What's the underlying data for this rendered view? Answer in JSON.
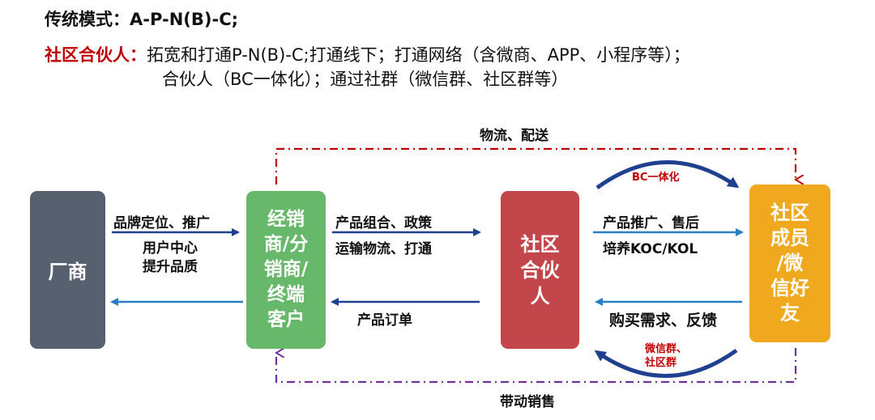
{
  "header": {
    "line1": "传统模式：A-P-N(B)-C;",
    "line2_label": "社区合伙人：",
    "line2_text": "拓宽和打通P-N(B)-C;打通线下；打通网络（含微商、APP、小程序等）；",
    "line3_text": "合伙人（BC一体化）；通过社群（微信群、社区群等）"
  },
  "nodes": {
    "maker": {
      "lines": [
        "厂商"
      ]
    },
    "distributor": {
      "lines": [
        "经销",
        "商/分",
        "销商/",
        "终端",
        "客户"
      ]
    },
    "partner": {
      "lines": [
        "社区",
        "合伙",
        "人"
      ]
    },
    "member": {
      "lines": [
        "社区",
        "成员",
        "/微",
        "信好",
        "友"
      ]
    }
  },
  "edges": {
    "maker_to_dist": [
      "品牌定位、推广",
      "用户中心",
      "提升品质"
    ],
    "dist_to_partner": [
      "产品组合、政策",
      "运输物流、打通"
    ],
    "partner_to_dist": "产品订单",
    "partner_to_member": [
      "产品推广、售后",
      "培养KOC/KOL"
    ],
    "member_to_partner": "购买需求、反馈",
    "top_loop": "物流、配送",
    "bottom_loop": "带动销售",
    "arc_top": "BC一体化",
    "arc_bottom": [
      "微信群、",
      "社区群"
    ]
  },
  "colors": {
    "title_red": "#c00000",
    "maker": "#56606e",
    "distributor": "#68b86c",
    "partner": "#c3464a",
    "member": "#f0a81f",
    "arrow_blue": "#1f3f8f",
    "arrow_lightblue": "#2a7fc4",
    "dash_red": "#c00000",
    "dash_purple": "#7030a0"
  }
}
